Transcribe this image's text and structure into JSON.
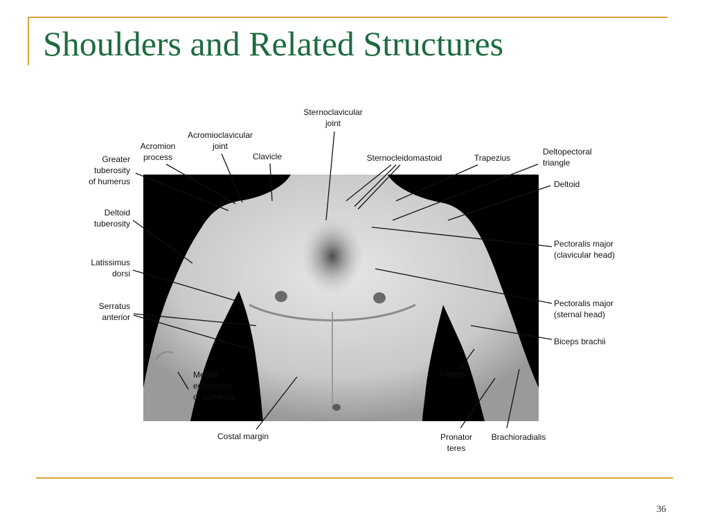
{
  "slide": {
    "title": "Shoulders and Related Structures",
    "page_number": "36"
  },
  "colors": {
    "title_green": "#1d6b3f",
    "rule_gold": "#d9a23a",
    "photo_background": "#000000"
  },
  "labels": {
    "sternoclavicular_joint": [
      "Sternoclavicular",
      "joint"
    ],
    "acromioclavicular_joint": [
      "Acromioclavicular",
      "joint"
    ],
    "acromion_process": [
      "Acromion",
      "process"
    ],
    "clavicle": [
      "Clavicle"
    ],
    "greater_tuberosity": [
      "Greater",
      "tuberosity",
      "of humerus"
    ],
    "sternocleidomastoid": [
      "Sternocleidomastoid"
    ],
    "trapezius": [
      "Trapezius"
    ],
    "deltopectoral_triangle": [
      "Deltopectoral",
      "triangle"
    ],
    "deltoid": [
      "Deltoid"
    ],
    "deltoid_tuberosity": [
      "Deltoid",
      "tuberosity"
    ],
    "latissimus_dorsi": [
      "Latissimus",
      "dorsi"
    ],
    "serratus_anterior": [
      "Serratus",
      "anterior"
    ],
    "pectoralis_major_clavicular": [
      "Pectoralis major",
      "(clavicular head)"
    ],
    "pectoralis_major_sternal": [
      "Pectoralis major",
      "(sternal head)"
    ],
    "biceps_brachii": [
      "Biceps brachii"
    ],
    "medial_epicondyle": [
      "Medial",
      "epicondyle",
      "of humerus"
    ],
    "triceps": [
      "Triceps"
    ],
    "costal_margin": [
      "Costal margin"
    ],
    "pronator_teres": [
      "Pronator",
      "teres"
    ],
    "brachioradialis": [
      "Brachioradialis"
    ]
  }
}
